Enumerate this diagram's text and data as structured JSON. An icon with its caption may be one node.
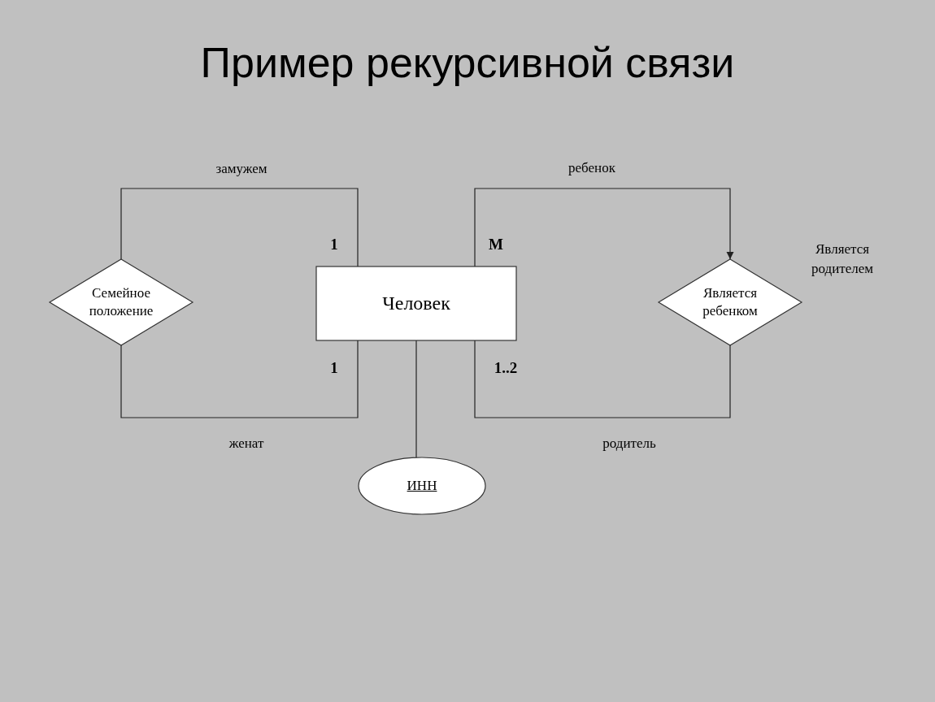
{
  "diagram": {
    "title": "Пример рекурсивной связи",
    "nodes": [
      {
        "text": [
          "Семейное положение"
        ]
      },
      {
        "text": [
          "Человек"
        ]
      },
      {
        "text": [
          "Является ребенком"
        ],
        "beside": [
          "Является родителем"
        ]
      },
      {
        "text": [
          "ИНН"
        ]
      }
    ],
    "edges": [
      {
        "from": 0,
        "to": 1,
        "arrow": "none",
        "label": "замужем"
      },
      {
        "from": 0,
        "to": 1,
        "arrow": "none",
        "label": "женат"
      },
      {
        "from": 1,
        "to": 2,
        "arrow": "to",
        "label": "ребенок"
      },
      {
        "from": 2,
        "to": 1,
        "arrow": "none",
        "label": "родитель"
      },
      {
        "from": 1,
        "to": 3,
        "arrow": "none"
      }
    ],
    "labels": [
      "1",
      "M",
      "1",
      "1..2"
    ]
  }
}
